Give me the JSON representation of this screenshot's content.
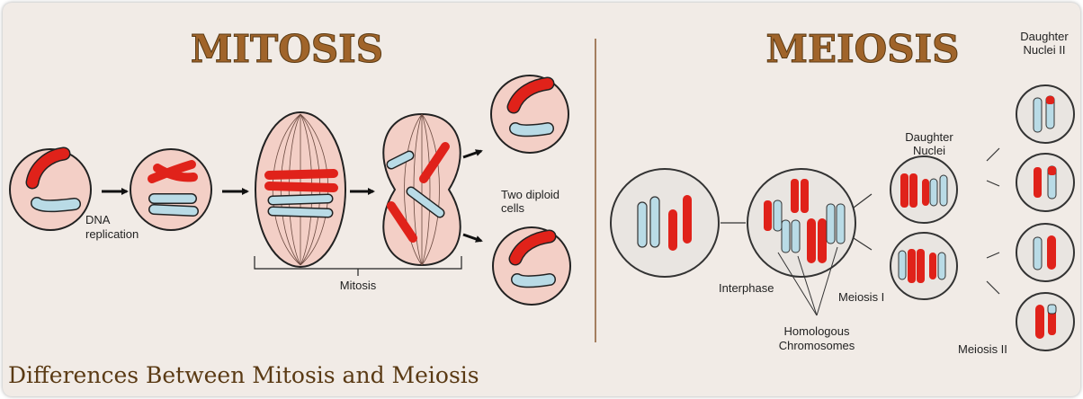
{
  "headings": {
    "mitosis": "MITOSIS",
    "meiosis": "MEIOSIS"
  },
  "labels": {
    "dna_replication_1": "DNA",
    "dna_replication_2": "replication",
    "mitosis_bracket": "Mitosis",
    "two_diploid_1": "Two diploid",
    "two_diploid_2": "cells",
    "interphase": "Interphase",
    "homologous_1": "Homologous",
    "homologous_2": "Chromosomes",
    "meiosis_1": "Meiosis I",
    "meiosis_2": "Meiosis II",
    "daughter_nuclei_1": "Daughter",
    "daughter_nuclei_2": "Nuclei",
    "daughter_nuclei_ii_1": "Daughter",
    "daughter_nuclei_ii_2": "Nuclei II"
  },
  "caption": "Differences Between Mitosis and Meiosis",
  "colors": {
    "background": "#f1ebe6",
    "heading": "#a0642a",
    "caption": "#5a3a14",
    "mitosis_cell": "#f3cfc6",
    "meiosis_cell": "#e9e5e1",
    "red_chromosome": "#e0221a",
    "blue_chromosome": "#b9dbe6"
  }
}
